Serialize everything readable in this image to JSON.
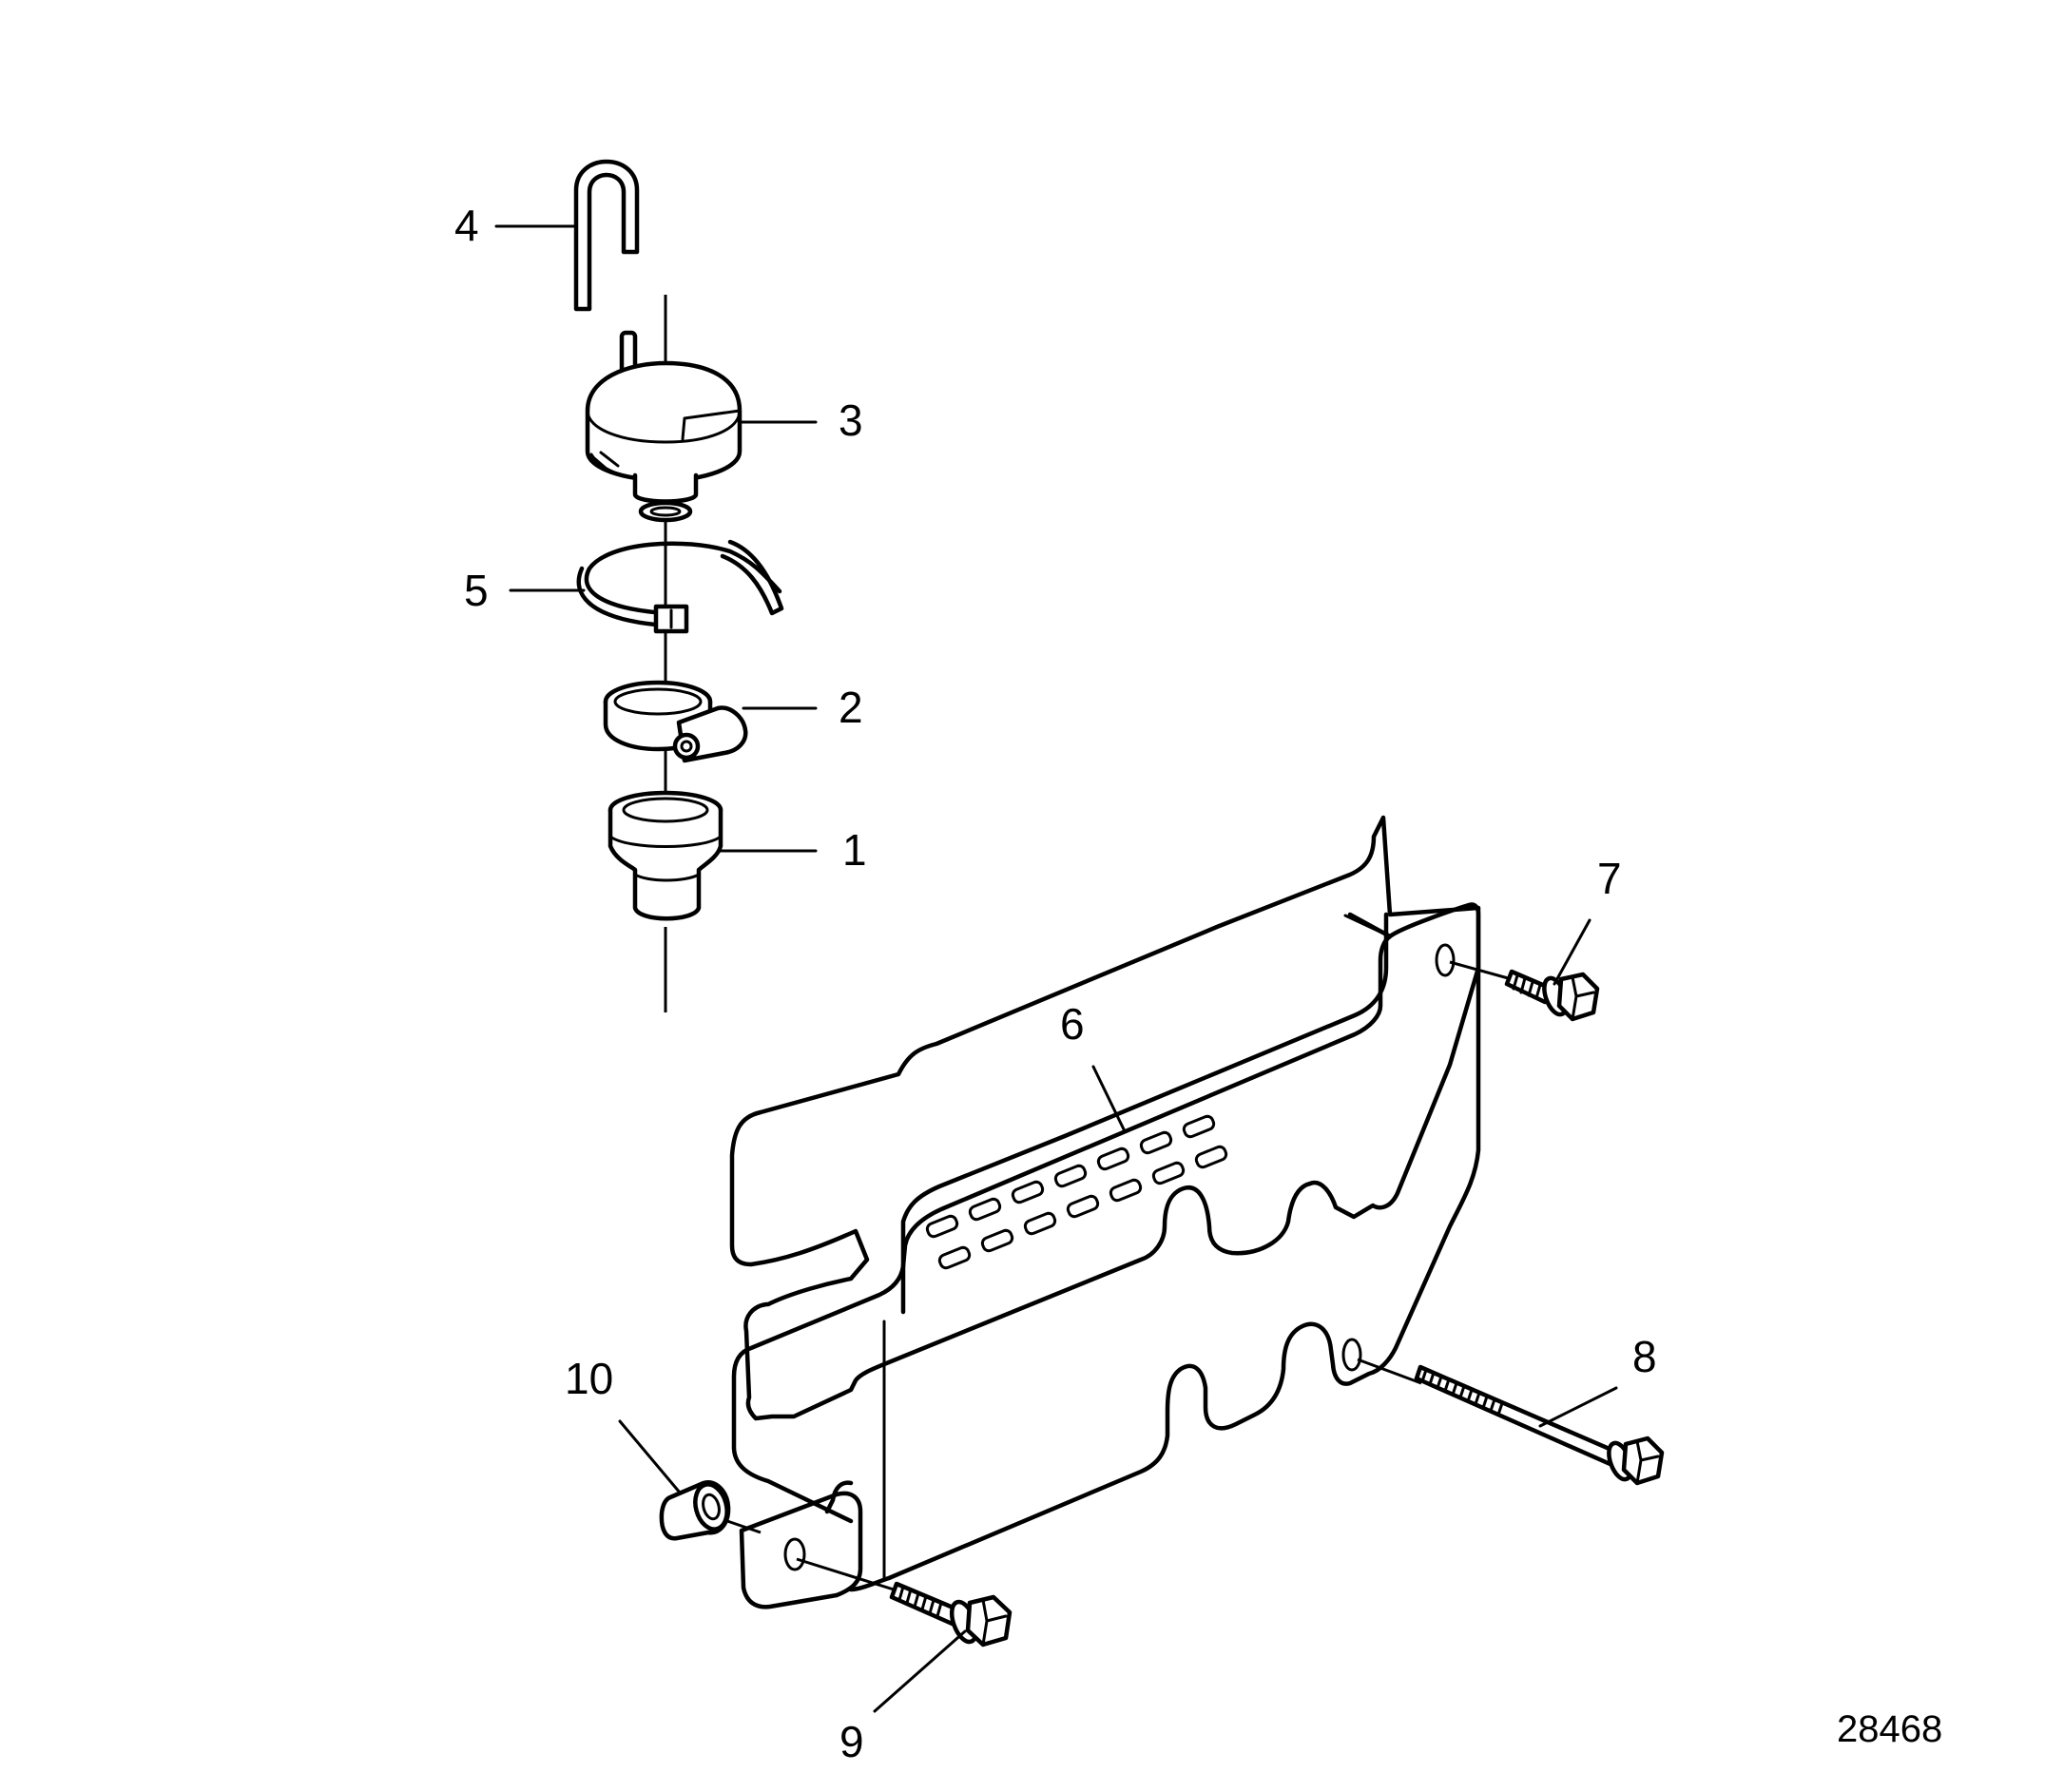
{
  "diagram": {
    "figure_number": "28468",
    "callouts": [
      {
        "id": "1",
        "label": "1"
      },
      {
        "id": "2",
        "label": "2"
      },
      {
        "id": "3",
        "label": "3"
      },
      {
        "id": "4",
        "label": "4"
      },
      {
        "id": "5",
        "label": "5"
      },
      {
        "id": "6",
        "label": "6"
      },
      {
        "id": "7",
        "label": "7"
      },
      {
        "id": "8",
        "label": "8"
      },
      {
        "id": "9",
        "label": "9"
      },
      {
        "id": "10",
        "label": "10"
      }
    ]
  }
}
